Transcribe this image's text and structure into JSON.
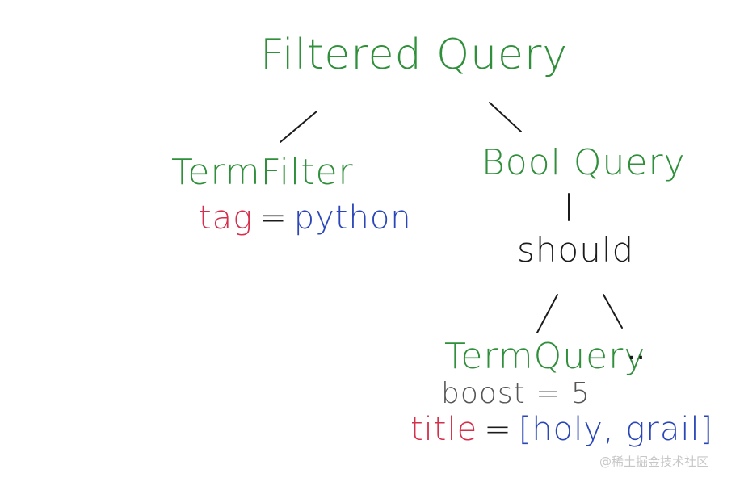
{
  "nodes": {
    "root": "Filtered Query",
    "term_filter": "TermFilter",
    "bool_query": "Bool Query",
    "should": "should",
    "term_query": "TermQuery",
    "term_query_ellipsis": ".."
  },
  "annotations": {
    "tag_line": {
      "field": "tag",
      "op": "=",
      "value": "python"
    },
    "boost_line": "boost = 5",
    "title_line": {
      "field": "title",
      "op": "=",
      "value": "[holy, grail]"
    }
  },
  "watermark": "@稀土掘金技术社区",
  "colors": {
    "node_green": "#2f8f3a",
    "text_black": "#1b1b1b",
    "field_red": "#d62f4b",
    "value_blue": "#2a46b8",
    "boost_gray": "#555555"
  }
}
